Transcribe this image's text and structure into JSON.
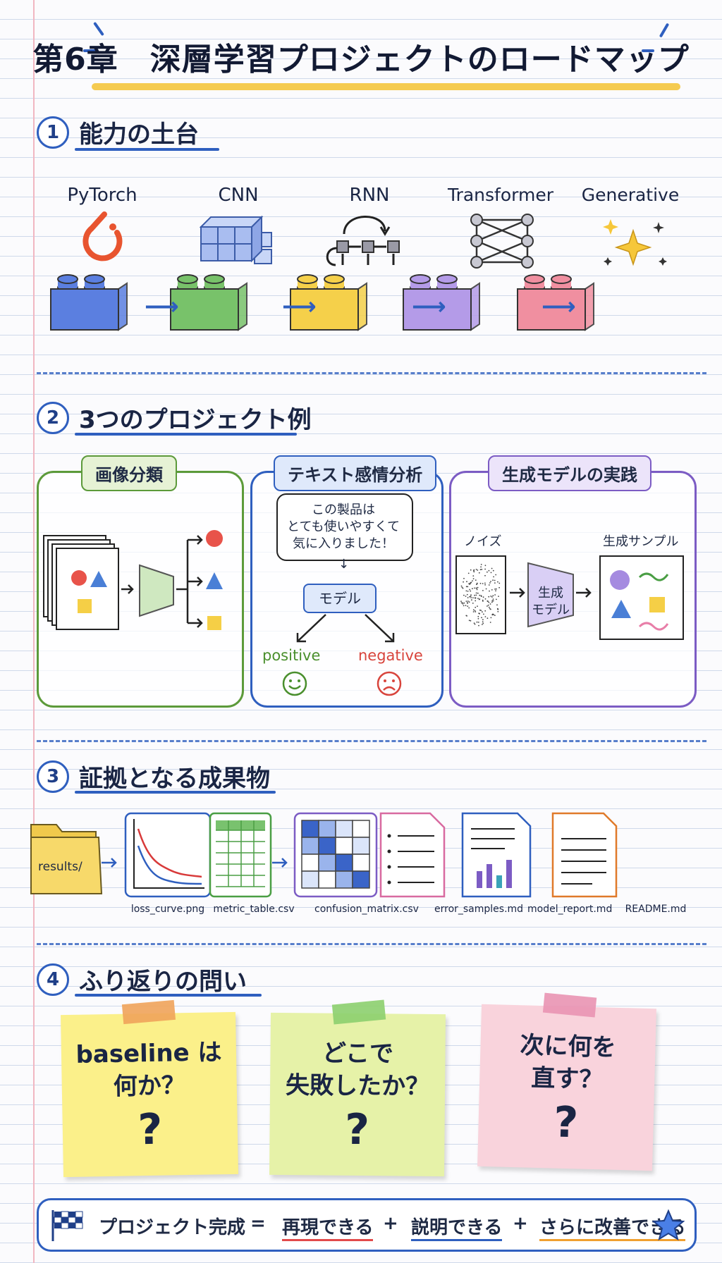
{
  "title": "第6章　深層学習プロジェクトのロードマップ",
  "sections": {
    "s1": {
      "number": "1",
      "title": "能力の土台"
    },
    "s2": {
      "number": "2",
      "title": "3つのプロジェクト例"
    },
    "s3": {
      "number": "3",
      "title": "証拠となる成果物"
    },
    "s4": {
      "number": "4",
      "title": "ふり返りの問い"
    }
  },
  "blocks": [
    "PyTorch",
    "CNN",
    "RNN",
    "Transformer",
    "Generative"
  ],
  "block_colors": [
    "#5b7fe0",
    "#78c26a",
    "#f5d04a",
    "#b49be8",
    "#f08fa0"
  ],
  "projects": {
    "image": {
      "title": "画像分類"
    },
    "text": {
      "title": "テキスト感情分析",
      "bubble": [
        "この製品は",
        "とても使いやすくて",
        "気に入りました！"
      ],
      "model": "モデル",
      "positive": "positive",
      "negative": "negative"
    },
    "gen": {
      "title": "生成モデルの実践",
      "noise": "ノイズ",
      "model_lines": [
        "生成",
        "モデル"
      ],
      "samples": "生成サンプル"
    }
  },
  "artifacts": {
    "folder": "results/",
    "files": [
      "loss_curve.png",
      "metric_table.csv",
      "confusion_matrix.csv",
      "error_samples.md",
      "model_report.md",
      "README.md"
    ]
  },
  "notes": [
    {
      "lines": [
        "baseline は",
        "何か？"
      ],
      "color": "#fbf08a",
      "tape": "#f0a35a"
    },
    {
      "lines": [
        "どこで",
        "失敗したか？"
      ],
      "color": "#e6f2a8",
      "tape": "#8ccf6e"
    },
    {
      "lines": [
        "次に何を",
        "直す？"
      ],
      "color": "#f9d3dc",
      "tape": "#e994b2"
    }
  ],
  "footer": {
    "label": "プロジェクト完成",
    "eq": "=",
    "plus": "+",
    "items": [
      "再現できる",
      "説明できる",
      "さらに改善できる"
    ]
  },
  "question_mark": "?"
}
